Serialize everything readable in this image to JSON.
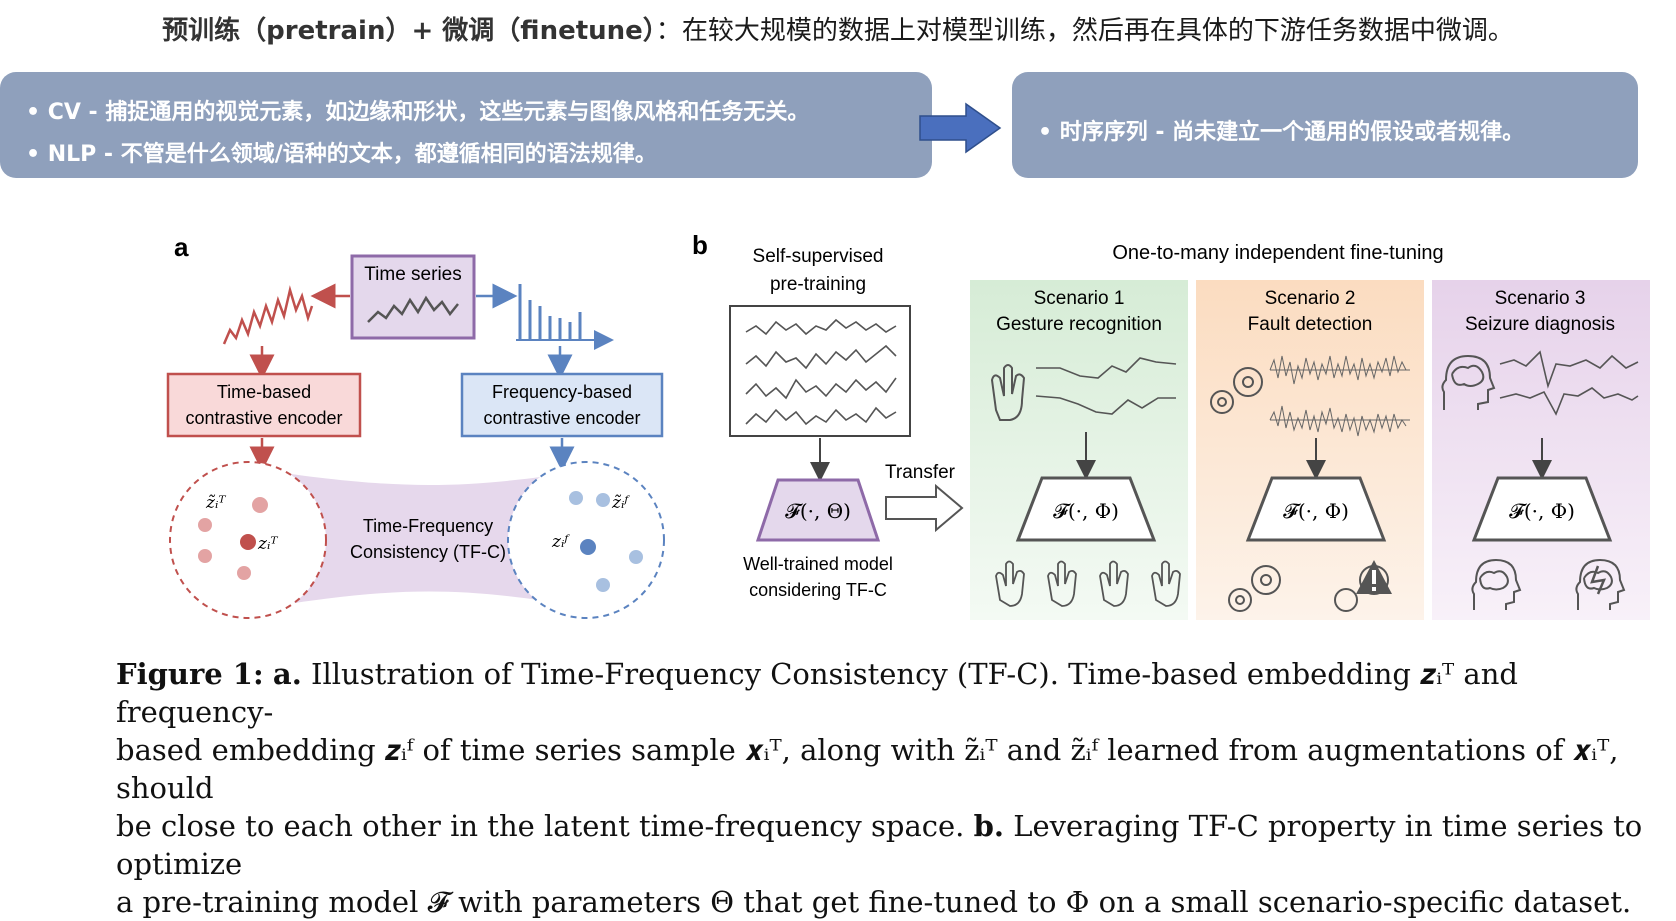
{
  "header": {
    "title_bold": "预训练（pretrain）+ 微调（finetune）",
    "title_sep": "：",
    "title_rest": "在较大规模的数据上对模型训练，然后再在具体的下游任务数据中微调。"
  },
  "left_box": {
    "bullets": [
      "•  CV - 捕捉通用的视觉元素，如边缘和形状，这些元素与图像风格和任务无关。",
      "•  NLP - 不管是什么领域/语种的文本，都遵循相同的语法规律。"
    ]
  },
  "right_box": {
    "bullets": [
      "•  时序序列 - 尚未建立一个通用的假设或者规律。"
    ]
  },
  "panel_a": {
    "label": "a",
    "time_series": "Time series",
    "time_encoder": [
      "Time-based",
      "contrastive encoder"
    ],
    "freq_encoder": [
      "Frequency-based",
      "contrastive encoder"
    ],
    "consistency": [
      "Time-Frequency",
      "Consistency (TF-C)"
    ],
    "z_t_tilde": "z̃ᵢᵀ",
    "z_t": "zᵢᵀ",
    "z_f_tilde": "z̃ᵢᶠ",
    "z_f": "zᵢᶠ",
    "colors": {
      "red": "#c0504d",
      "blue": "#5b83c0",
      "purple": "#8e6aa8"
    }
  },
  "panel_b": {
    "label": "b",
    "pretrain": [
      "Self-supervised",
      "pre-training"
    ],
    "model_f_theta": "𝓕(·, Θ)",
    "transfer": "Transfer",
    "well_trained": [
      "Well-trained model",
      "considering TF-C"
    ],
    "one_to_many": "One-to-many independent fine-tuning",
    "scenarios": [
      {
        "title": [
          "Scenario 1",
          "Gesture recognition"
        ],
        "model": "𝓕(·, Φ)",
        "color": "#dff0df"
      },
      {
        "title": [
          "Scenario 2",
          "Fault detection"
        ],
        "model": "𝓕(·, Φ)",
        "color": "#fbe3cc"
      },
      {
        "title": [
          "Scenario 3",
          "Seizure diagnosis"
        ],
        "model": "𝓕(·, Φ)",
        "color": "#ecdcee"
      }
    ]
  },
  "caption": {
    "fig_label": "Figure 1:",
    "a_label": "a.",
    "line1": "Illustration of Time-Frequency Consistency (TF-C). Time-based embedding 𝒛ᵢᵀ and frequency-",
    "line2": "based embedding 𝒛ᵢᶠ of time series sample 𝒙ᵢᵀ, along with z̃ᵢᵀ and z̃ᵢᶠ learned from augmentations of 𝒙ᵢᵀ, should",
    "line3": "be close to each other in the latent time-frequency space.",
    "b_label": "b.",
    "line3b": "Leveraging TF-C property in time series to optimize",
    "line4": "a pre-training model 𝓕 with parameters Θ that get fine-tuned to Φ on a small scenario-specific dataset."
  }
}
